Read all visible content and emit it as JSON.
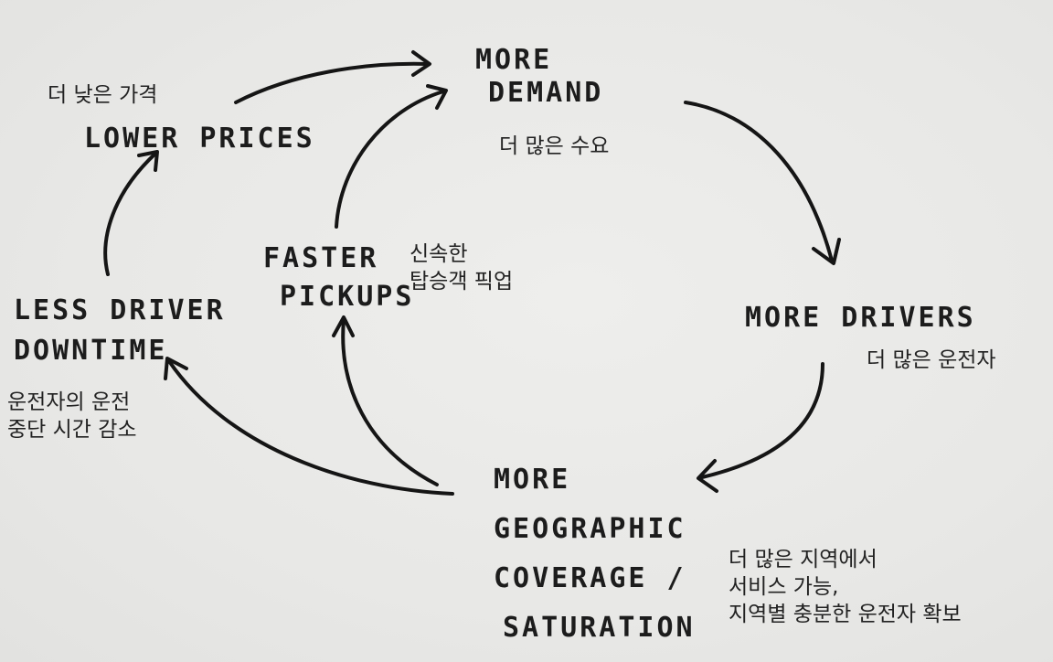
{
  "nodes": {
    "more_demand": {
      "en": [
        "MORE",
        "DEMAND"
      ],
      "ko": [
        "더 많은 수요"
      ]
    },
    "more_drivers": {
      "en": [
        "MORE DRIVERS"
      ],
      "ko": [
        "더 많은 운전자"
      ]
    },
    "more_coverage": {
      "en": [
        "MORE",
        "GEOGRAPHIC",
        "COVERAGE /",
        "SATURATION"
      ],
      "ko": [
        "더 많은 지역에서",
        "서비스 가능,",
        "지역별 충분한 운전자 확보"
      ]
    },
    "less_downtime": {
      "en": [
        "LESS DRIVER",
        "DOWNTIME"
      ],
      "ko": [
        "운전자의 운전",
        "중단 시간 감소"
      ]
    },
    "lower_prices": {
      "en": [
        "LOWER PRICES"
      ],
      "ko": [
        "더 낮은 가격"
      ]
    },
    "faster_pickups": {
      "en": [
        "FASTER",
        "PICKUPS"
      ],
      "ko": [
        "신속한",
        "탑승객 픽업"
      ]
    }
  }
}
